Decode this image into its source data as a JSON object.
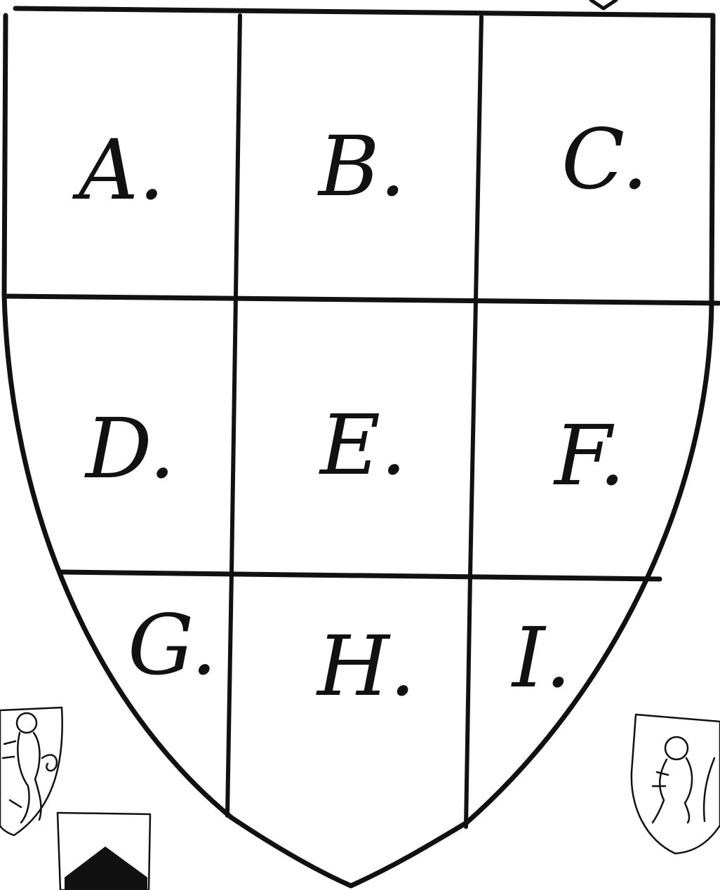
{
  "shield": {
    "cells": [
      {
        "id": "A",
        "label": "A."
      },
      {
        "id": "B",
        "label": "B."
      },
      {
        "id": "C",
        "label": "C."
      },
      {
        "id": "D",
        "label": "D."
      },
      {
        "id": "E",
        "label": "E."
      },
      {
        "id": "F",
        "label": "F."
      },
      {
        "id": "G",
        "label": "G."
      },
      {
        "id": "H",
        "label": "H."
      },
      {
        "id": "I",
        "label": "I."
      }
    ]
  },
  "decorations": {
    "left_shield_charge": "lion-rampant",
    "bottom_shield_charge": "chevron",
    "right_shield_charge": "lion-rampant"
  },
  "colors": {
    "ink": "#111111",
    "paper": "#ffffff"
  }
}
